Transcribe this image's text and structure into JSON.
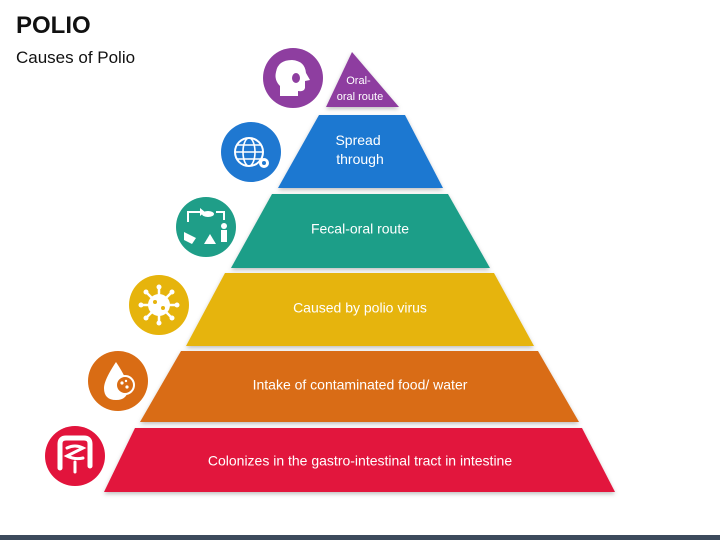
{
  "title": "POLIO",
  "subtitle": "Causes of Polio",
  "levels": [
    {
      "label_lines": [
        "Oral-",
        "oral route"
      ],
      "color": "#8e3ea0",
      "icon": "person-mouth-icon"
    },
    {
      "label_lines": [
        "Spread",
        "through"
      ],
      "color": "#1f78d1",
      "icon": "globe-virus-icon"
    },
    {
      "label_lines": [
        "Fecal-oral route"
      ],
      "color": "#1f9e88",
      "icon": "transmission-cycle-icon"
    },
    {
      "label_lines": [
        "Caused by polio virus"
      ],
      "color": "#e6b40c",
      "icon": "virus-icon"
    },
    {
      "label_lines": [
        "Intake of contaminated food/ water"
      ],
      "color": "#d96c14",
      "icon": "contaminated-water-drop-icon"
    },
    {
      "label_lines": [
        "Colonizes in the gastro-intestinal tract in intestine"
      ],
      "color": "#e2143c",
      "icon": "intestine-icon"
    }
  ],
  "footer_color": "#3c4a5c"
}
